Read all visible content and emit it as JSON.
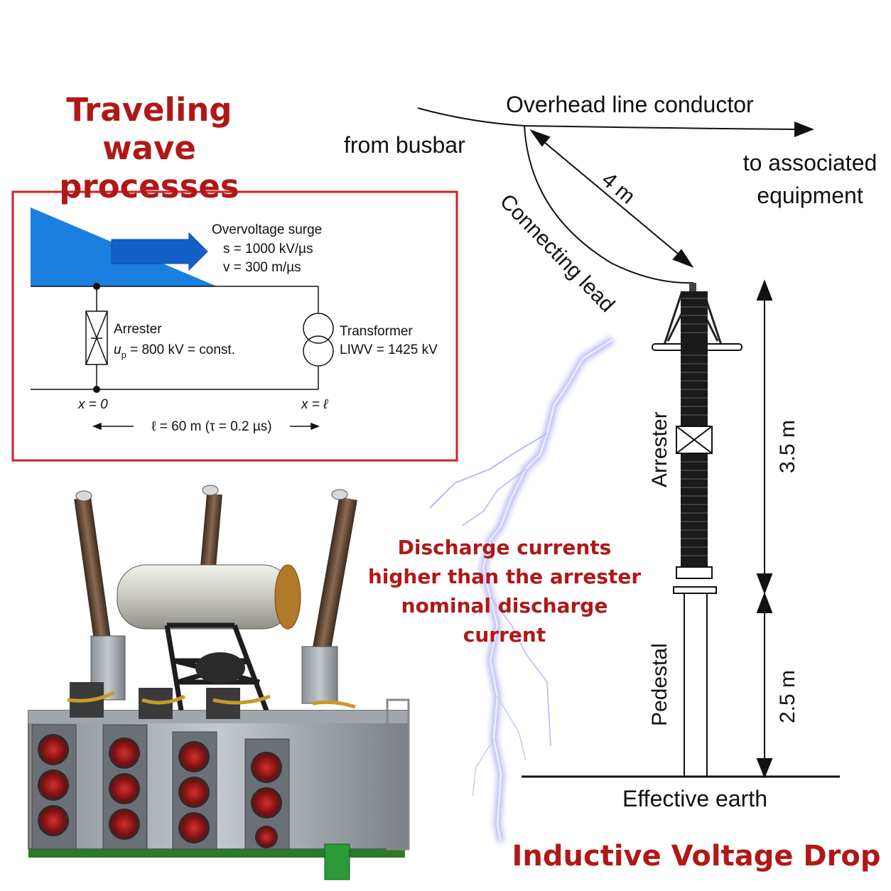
{
  "left_title": "Traveling wave processes",
  "bottom_title": "Inductive Voltage Drop",
  "discharge_note": "Discharge currents higher than the arrester nominal discharge current",
  "circuit": {
    "surge_label": "Overvoltage surge",
    "surge_s": "s = 1000 kV/µs",
    "surge_v": "v = 300 m/µs",
    "arrester_label": "Arrester",
    "arrester_up": "u",
    "arrester_up_sub": "p",
    "arrester_up_rest": " = 800 kV = const.",
    "transformer_label": "Transformer",
    "transformer_liwv": "LIWV = 1425 kV",
    "x0": "x = 0",
    "xl": "x = ℓ",
    "length": "ℓ = 60 m (τ = 0.2 µs)"
  },
  "installation": {
    "overhead": "Overhead line conductor",
    "from_busbar": "from busbar",
    "to_equipment_1": "to associated",
    "to_equipment_2": "equipment",
    "lead_length": "4 m",
    "connecting_lead": "Connecting lead",
    "arrester": "Arrester",
    "pedestal": "Pedestal",
    "arrester_height": "3.5 m",
    "pedestal_height": "2.5 m",
    "earth": "Effective earth"
  },
  "colors": {
    "title_red": "#b01818",
    "frame_red": "#d42020",
    "surge_blue": "#1a7fe0",
    "arrow_blue": "#1560c8"
  }
}
